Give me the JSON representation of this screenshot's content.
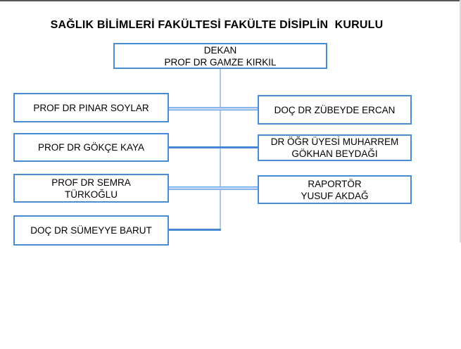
{
  "title": "SAĞLIK BİLİMLERİ FAKÜLTESİ FAKÜLTE DİSİPLİN  KURULU",
  "colors": {
    "text": "#000000",
    "box_border": "#4a8cd2",
    "connector_solid": "#4787d8",
    "connector_edge": "#6ba2e2",
    "connector_fill": "#b7d2f2",
    "vertical_line": "#a9cbee",
    "top_border": "#565656",
    "right_border": "#dcdcdc"
  },
  "chart": {
    "root": {
      "role": "DEKAN",
      "lines": [
        "DEKAN",
        "PROF DR GAMZE KIRKIL"
      ]
    },
    "left": [
      {
        "lines": [
          "PROF DR PINAR SOYLAR"
        ]
      },
      {
        "lines": [
          "PROF DR GÖKÇE KAYA"
        ]
      },
      {
        "lines": [
          "PROF DR SEMRA",
          "TÜRKOĞLU"
        ]
      },
      {
        "lines": [
          "DOÇ DR SÜMEYYE BARUT"
        ]
      }
    ],
    "right": [
      {
        "lines": [
          "DOÇ DR ZÜBEYDE ERCAN"
        ]
      },
      {
        "lines": [
          "DR ÖĞR ÜYESİ MUHARREM",
          "GÖKHAN BEYDAĞI"
        ]
      },
      {
        "lines": [
          "RAPORTÖR",
          "YUSUF AKDAĞ"
        ]
      }
    ]
  }
}
